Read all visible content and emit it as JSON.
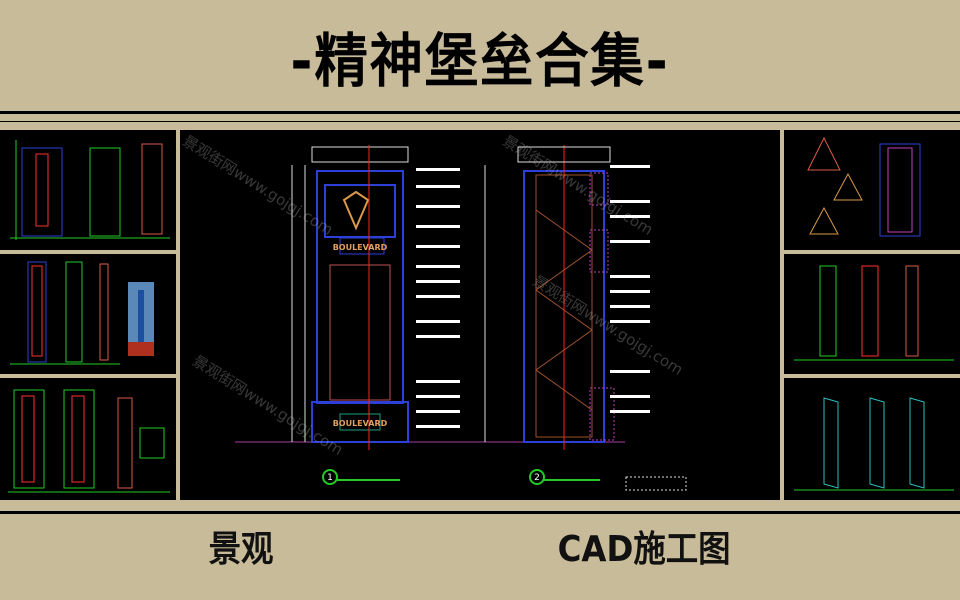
{
  "header": {
    "title": "-精神堡垒合集-"
  },
  "main": {
    "label_a": "BOULEVARD",
    "label_b": "BOULEVARD",
    "drawing_1_num": "1",
    "drawing_2_num": "2"
  },
  "watermark": "景观街网www.gojgj.com",
  "footer": {
    "left": "景观",
    "right": "CAD施工图"
  },
  "colors": {
    "background": "#c8bb9a",
    "panel": "#000000",
    "accent_blue": "#2c3fd6",
    "accent_red": "#ff2020",
    "accent_green": "#22cc22",
    "accent_gold": "#d89a4a"
  }
}
